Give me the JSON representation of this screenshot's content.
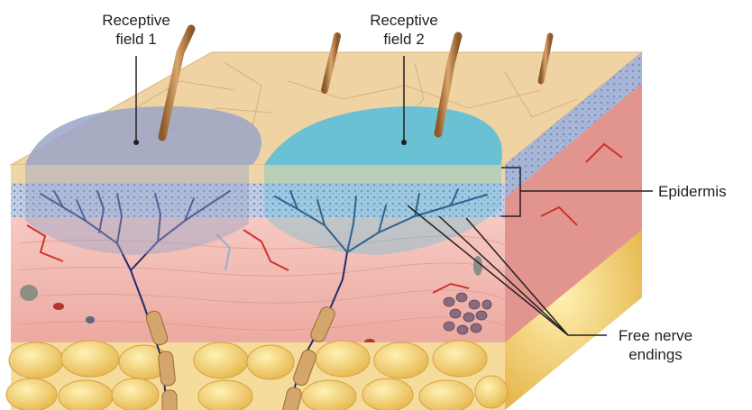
{
  "figure": {
    "labels": {
      "receptive_field_1": [
        "Receptive",
        "field 1"
      ],
      "receptive_field_2": [
        "Receptive",
        "field 2"
      ],
      "epidermis": "Epidermis",
      "free_nerve_endings": [
        "Free nerve",
        "endings"
      ]
    },
    "colors": {
      "surface": "#efd3a3",
      "epidermis_layer": "#b9c6df",
      "dermis": "#eeb4ad",
      "side_face": "#e2958f",
      "fat": "#f3d173",
      "nerve": "#1f2d6a",
      "field_1": "#9aa4c8",
      "field_2": "#5bbfd8",
      "hair": "#b27a3c"
    }
  }
}
